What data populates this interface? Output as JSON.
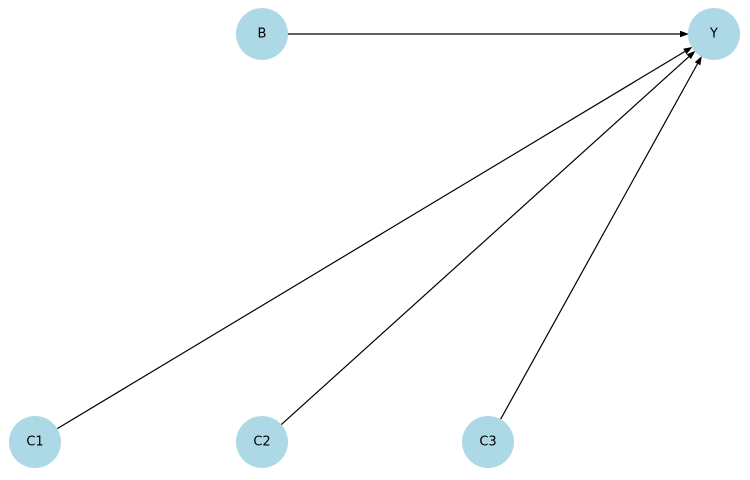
{
  "diagram": {
    "node_color": "#add8e6",
    "edge_color": "#000000",
    "nodes": [
      {
        "id": "B",
        "label": "B"
      },
      {
        "id": "Y",
        "label": "Y"
      },
      {
        "id": "C1",
        "label": "C1"
      },
      {
        "id": "C2",
        "label": "C2"
      },
      {
        "id": "C3",
        "label": "C3"
      }
    ],
    "edges": [
      {
        "from": "B",
        "to": "Y"
      },
      {
        "from": "C1",
        "to": "Y"
      },
      {
        "from": "C2",
        "to": "Y"
      },
      {
        "from": "C3",
        "to": "Y"
      }
    ]
  }
}
